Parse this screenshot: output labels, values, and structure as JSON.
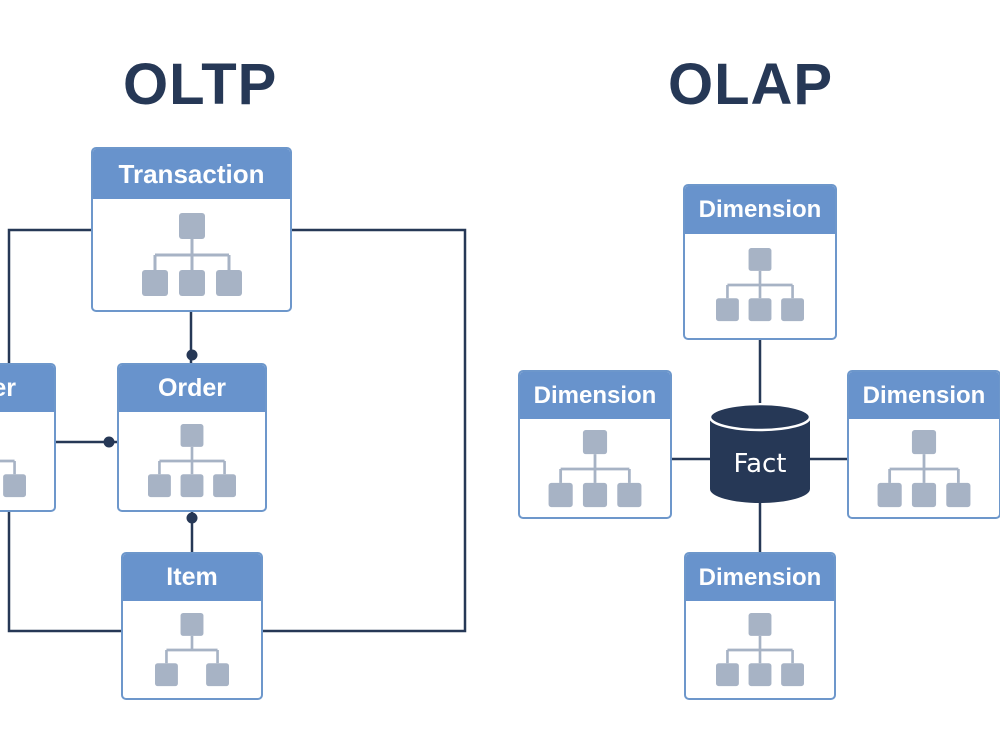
{
  "oltp": {
    "title": "OLTP",
    "entities": {
      "transaction": "Transaction",
      "order_left": "Order",
      "order_main": "Order",
      "item": "Item"
    }
  },
  "olap": {
    "title": "OLAP",
    "fact": "Fact",
    "dimensions": {
      "top": "Dimension",
      "left": "Dimension",
      "right": "Dimension",
      "bottom": "Dimension"
    }
  },
  "colors": {
    "heading": "#263856",
    "header_fill": "#6893cc",
    "border": "#6d97cb",
    "connector": "#263856",
    "icon_fill": "#a7b3c5",
    "fact_fill": "#263856"
  },
  "icon": "hierarchy-icon"
}
